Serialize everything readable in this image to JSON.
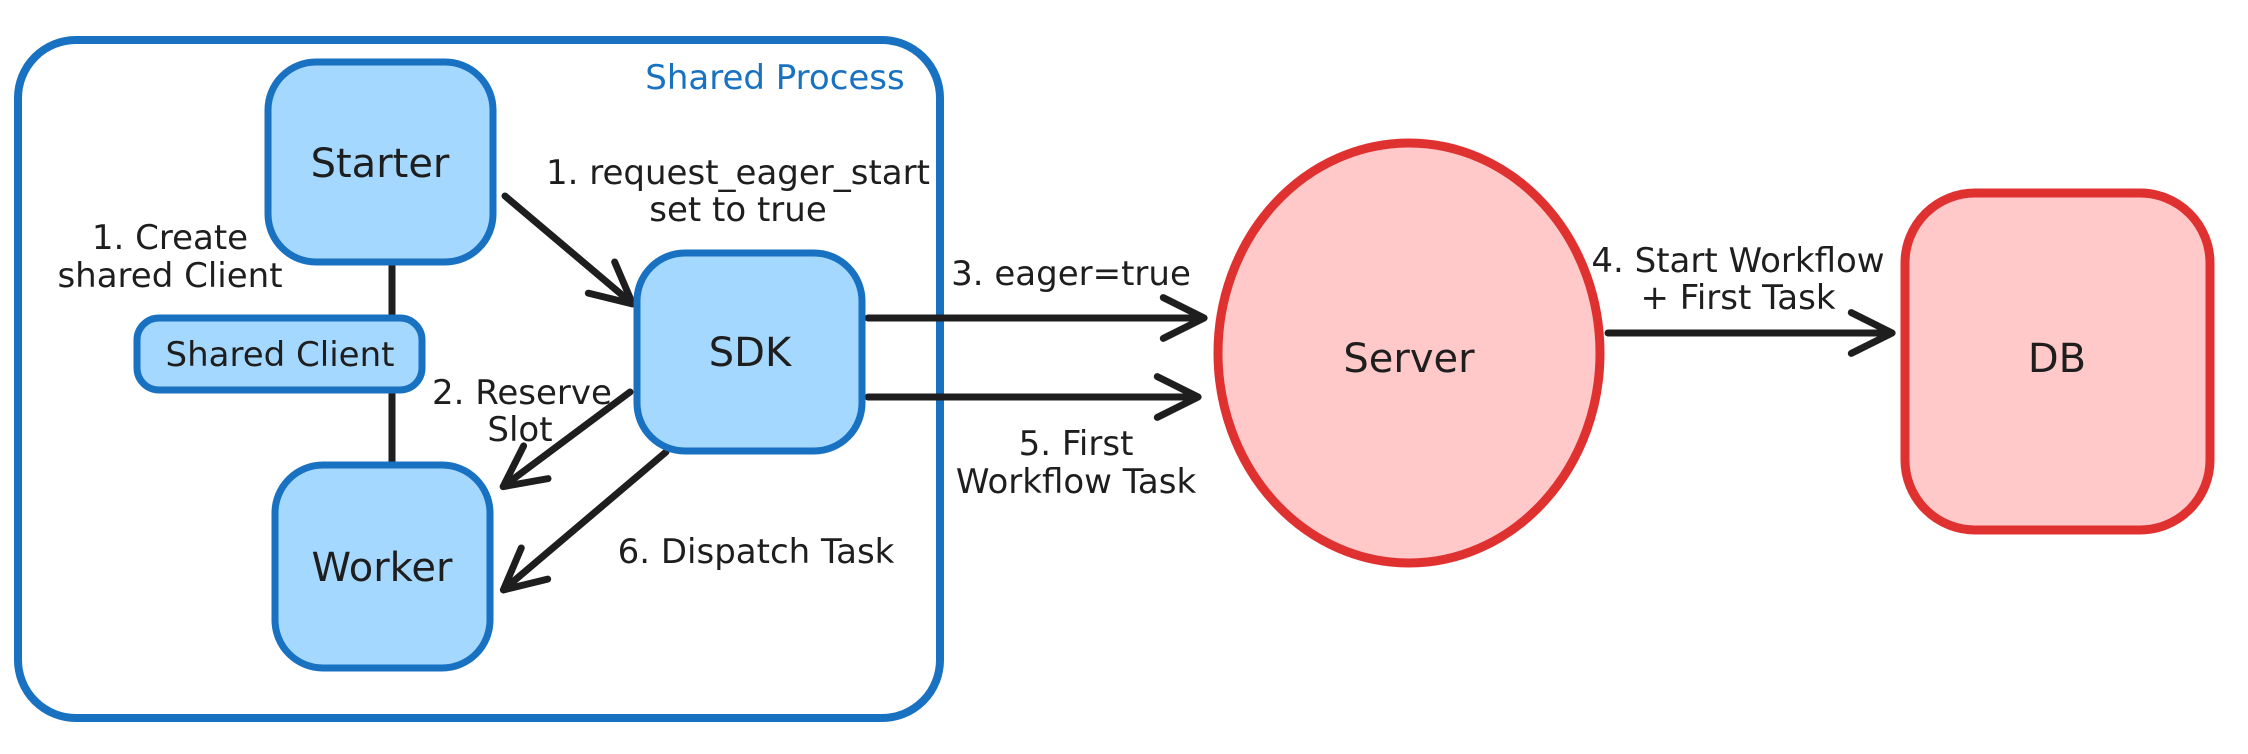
{
  "diagram": {
    "container_label": "Shared Process",
    "nodes": {
      "starter": {
        "label": "Starter"
      },
      "shared_client": {
        "label": "Shared Client"
      },
      "worker": {
        "label": "Worker"
      },
      "sdk": {
        "label": "SDK"
      },
      "server": {
        "label": "Server"
      },
      "db": {
        "label": "DB"
      }
    },
    "annotations": {
      "create_shared_client": {
        "line1": "1. Create",
        "line2": "shared Client"
      },
      "request_eager_start": {
        "line1": "1. request_eager_start",
        "line2": "set to true"
      },
      "reserve_slot": {
        "line1": "2. Reserve",
        "line2": "Slot"
      },
      "eager_true": {
        "text": "3. eager=true"
      },
      "start_workflow": {
        "line1": "4. Start Workflow",
        "line2": "+ First Task"
      },
      "first_workflow_task": {
        "line1": "5. First",
        "line2": "Workflow Task"
      },
      "dispatch_task": {
        "text": "6. Dispatch Task"
      }
    },
    "colors": {
      "blue_stroke": "#1971c2",
      "blue_fill": "#a5d8ff",
      "red_stroke": "#e03131",
      "red_fill": "#ffc9c9",
      "ink": "#1e1e1e",
      "background": "#ffffff"
    }
  }
}
